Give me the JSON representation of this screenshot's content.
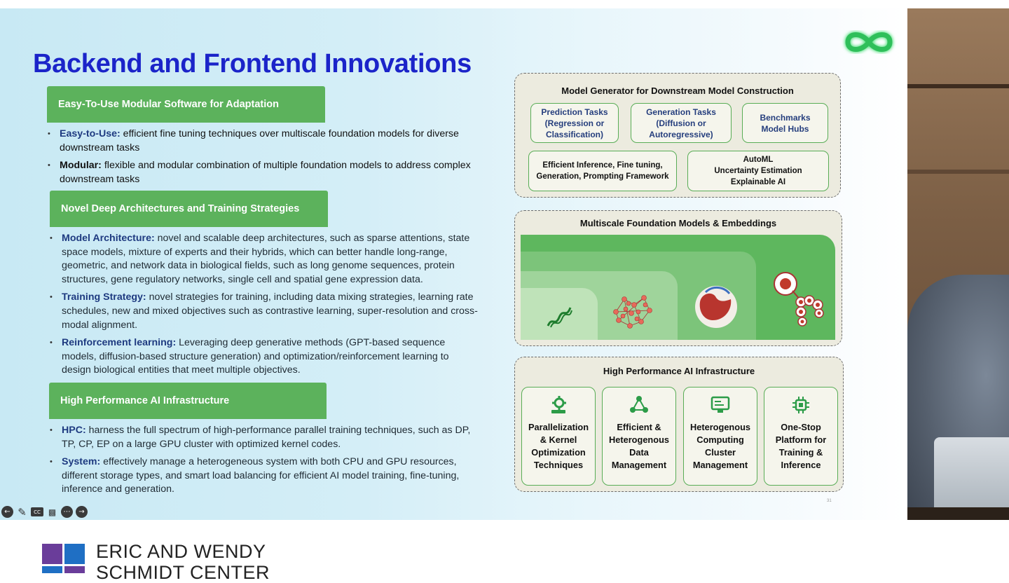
{
  "slide": {
    "title": "Backend and Frontend Innovations",
    "page_number": "31",
    "sections": [
      {
        "header": "Easy-To-Use Modular Software for Adaptation",
        "bullets": [
          {
            "term": "Easy-to-Use:",
            "text": " efficient fine tuning techniques over multiscale foundation models for diverse downstream tasks"
          },
          {
            "term": "Modular:",
            "text": " flexible and modular combination of multiple foundation models to address complex downstream tasks"
          }
        ]
      },
      {
        "header": "Novel Deep Architectures and Training Strategies",
        "bullets": [
          {
            "term": "Model Architecture:",
            "text": " novel and scalable deep architectures, such as sparse attentions, state space models, mixture of experts and their hybrids,  which can better handle long-range, geometric, and network data in biological fields, such as long genome sequences, protein structures, gene regulatory networks, single cell and spatial gene expression data."
          },
          {
            "term": "Training Strategy:",
            "text": " novel strategies for training, including data mixing strategies, learning rate schedules, new and mixed objectives such as contrastive learning, super-resolution and cross-modal alignment."
          },
          {
            "term": "Reinforcement learning:",
            "text": " Leveraging deep generative methods (GPT-based sequence models, diffusion-based structure generation) and optimization/reinforcement learning to design biological entities that meet multiple objectives."
          }
        ]
      },
      {
        "header": "High Performance AI Infrastructure",
        "bullets": [
          {
            "term": "HPC:",
            "text": " harness the full spectrum of high-performance parallel training techniques, such as DP, TP, CP, EP on a large GPU cluster with optimized kernel codes."
          },
          {
            "term": "System:",
            "text": " effectively manage a heterogeneous system with both CPU and GPU resources, different storage types, and smart load balancing for efficient AI model training, fine-tuning, inference and generation."
          }
        ]
      }
    ],
    "diagram": {
      "model_generator": {
        "title": "Model Generator for Downstream Model Construction",
        "chip1": "Prediction Tasks\n(Regression or\nClassification)",
        "chip2": "Generation Tasks\n(Diffusion or\nAutoregressive)",
        "chip3": "Benchmarks\nModel Hubs",
        "chip4": "Efficient Inference, Fine tuning,\nGeneration, Prompting Framework",
        "chip5": "AutoML\nUncertainty Estimation\nExplainable AI"
      },
      "foundation": {
        "title": "Multiscale Foundation Models & Embeddings",
        "icons": [
          "dna-icon",
          "network-icon",
          "protein-icon",
          "cell-icon"
        ]
      },
      "infrastructure": {
        "title": "High Performance AI Infrastructure",
        "tiles": [
          {
            "label": "Parallelization\n& Kernel\nOptimization\nTechniques",
            "icon": "gear-icon"
          },
          {
            "label": "Efficient &\nHeterogenous\nData\nManagement",
            "icon": "graph-icon"
          },
          {
            "label": "Heterogenous\nComputing\nCluster\nManagement",
            "icon": "monitor-icon"
          },
          {
            "label": "One-Stop\nPlatform for\nTraining &\nInference",
            "icon": "chip-icon"
          }
        ]
      }
    }
  },
  "toolbar": {
    "buttons": [
      "previous-icon",
      "pen-icon",
      "captions-icon",
      "video-off-icon",
      "more-icon",
      "next-icon"
    ],
    "captions_label": "CC"
  },
  "footer": {
    "org_line1": "ERIC AND WENDY",
    "org_line2": "SCHMIDT CENTER"
  },
  "colors": {
    "title": "#1b24c9",
    "header_green": "#5cb25c",
    "accent_blue": "#1e3a80",
    "logo_purple": "#6a3d9a",
    "logo_blue": "#1f6fc4"
  }
}
